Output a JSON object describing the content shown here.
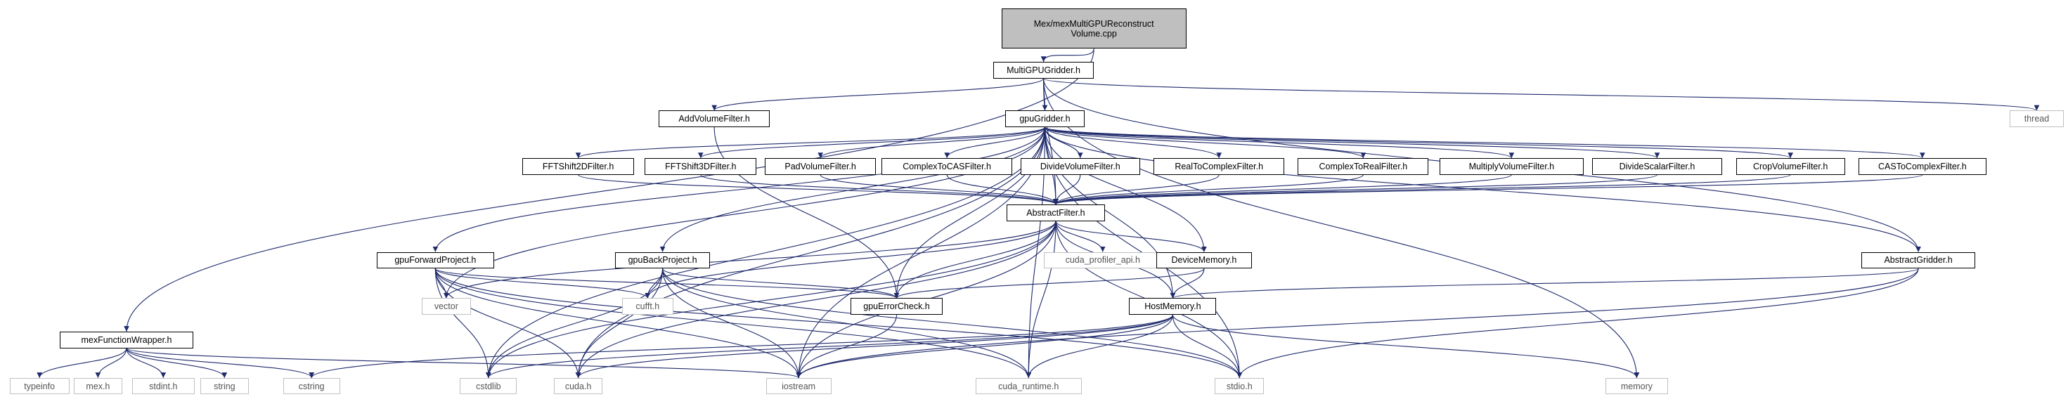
{
  "nodes": [
    {
      "id": "root",
      "label": "Mex/mexMultiGPUReconstruct\nVolume.cpp",
      "kind": "root"
    },
    {
      "id": "multigpu",
      "label": "MultiGPUGridder.h",
      "kind": "proj"
    },
    {
      "id": "addvol",
      "label": "AddVolumeFilter.h",
      "kind": "proj"
    },
    {
      "id": "gpugridder",
      "label": "gpuGridder.h",
      "kind": "proj"
    },
    {
      "id": "thread",
      "label": "thread",
      "kind": "sys"
    },
    {
      "id": "fft2d",
      "label": "FFTShift2DFilter.h",
      "kind": "proj"
    },
    {
      "id": "fft3d",
      "label": "FFTShift3DFilter.h",
      "kind": "proj"
    },
    {
      "id": "padvol",
      "label": "PadVolumeFilter.h",
      "kind": "proj"
    },
    {
      "id": "c2cas",
      "label": "ComplexToCASFilter.h",
      "kind": "proj"
    },
    {
      "id": "divvol",
      "label": "DivideVolumeFilter.h",
      "kind": "proj"
    },
    {
      "id": "r2c",
      "label": "RealToComplexFilter.h",
      "kind": "proj"
    },
    {
      "id": "c2r",
      "label": "ComplexToRealFilter.h",
      "kind": "proj"
    },
    {
      "id": "mulvol",
      "label": "MultiplyVolumeFilter.h",
      "kind": "proj"
    },
    {
      "id": "divscalar",
      "label": "DivideScalarFilter.h",
      "kind": "proj"
    },
    {
      "id": "cropvol",
      "label": "CropVolumeFilter.h",
      "kind": "proj"
    },
    {
      "id": "cas2c",
      "label": "CASToComplexFilter.h",
      "kind": "proj"
    },
    {
      "id": "abstractfilter",
      "label": "AbstractFilter.h",
      "kind": "proj"
    },
    {
      "id": "gpufwd",
      "label": "gpuForwardProject.h",
      "kind": "proj"
    },
    {
      "id": "gpuback",
      "label": "gpuBackProject.h",
      "kind": "proj"
    },
    {
      "id": "cudaprof",
      "label": "cuda_profiler_api.h",
      "kind": "sys"
    },
    {
      "id": "devmem",
      "label": "DeviceMemory.h",
      "kind": "proj"
    },
    {
      "id": "abstractgridder",
      "label": "AbstractGridder.h",
      "kind": "proj"
    },
    {
      "id": "vector",
      "label": "vector",
      "kind": "sys"
    },
    {
      "id": "cufft",
      "label": "cufft.h",
      "kind": "sys"
    },
    {
      "id": "gpuerror",
      "label": "gpuErrorCheck.h",
      "kind": "proj"
    },
    {
      "id": "hostmem",
      "label": "HostMemory.h",
      "kind": "proj"
    },
    {
      "id": "mexfunc",
      "label": "mexFunctionWrapper.h",
      "kind": "proj"
    },
    {
      "id": "typeinfo",
      "label": "typeinfo",
      "kind": "sys"
    },
    {
      "id": "mexh",
      "label": "mex.h",
      "kind": "sys"
    },
    {
      "id": "stdint",
      "label": "stdint.h",
      "kind": "sys"
    },
    {
      "id": "string",
      "label": "string",
      "kind": "sys"
    },
    {
      "id": "cstring",
      "label": "cstring",
      "kind": "sys"
    },
    {
      "id": "cstdlib",
      "label": "cstdlib",
      "kind": "sys"
    },
    {
      "id": "cudah",
      "label": "cuda.h",
      "kind": "sys"
    },
    {
      "id": "iostream",
      "label": "iostream",
      "kind": "sys"
    },
    {
      "id": "cudaruntime",
      "label": "cuda_runtime.h",
      "kind": "sys"
    },
    {
      "id": "stdio",
      "label": "stdio.h",
      "kind": "sys"
    },
    {
      "id": "memory",
      "label": "memory",
      "kind": "sys"
    }
  ],
  "edges": [
    [
      "root",
      "multigpu"
    ],
    [
      "root",
      "mexfunc"
    ],
    [
      "multigpu",
      "addvol"
    ],
    [
      "multigpu",
      "gpugridder"
    ],
    [
      "multigpu",
      "thread"
    ],
    [
      "multigpu",
      "abstractgridder"
    ],
    [
      "multigpu",
      "memory"
    ],
    [
      "multigpu",
      "abstractfilter"
    ],
    [
      "addvol",
      "gpuerror"
    ],
    [
      "gpugridder",
      "fft2d"
    ],
    [
      "gpugridder",
      "fft3d"
    ],
    [
      "gpugridder",
      "padvol"
    ],
    [
      "gpugridder",
      "c2cas"
    ],
    [
      "gpugridder",
      "divvol"
    ],
    [
      "gpugridder",
      "r2c"
    ],
    [
      "gpugridder",
      "c2r"
    ],
    [
      "gpugridder",
      "mulvol"
    ],
    [
      "gpugridder",
      "divscalar"
    ],
    [
      "gpugridder",
      "cropvol"
    ],
    [
      "gpugridder",
      "cas2c"
    ],
    [
      "gpugridder",
      "abstractfilter"
    ],
    [
      "gpugridder",
      "gpufwd"
    ],
    [
      "gpugridder",
      "gpuback"
    ],
    [
      "gpugridder",
      "devmem"
    ],
    [
      "gpugridder",
      "abstractgridder"
    ],
    [
      "gpugridder",
      "hostmem"
    ],
    [
      "gpugridder",
      "vector"
    ],
    [
      "gpugridder",
      "gpuerror"
    ],
    [
      "gpugridder",
      "cstdlib"
    ],
    [
      "gpugridder",
      "cudah"
    ],
    [
      "gpugridder",
      "iostream"
    ],
    [
      "gpugridder",
      "cudaruntime"
    ],
    [
      "gpugridder",
      "stdio"
    ],
    [
      "fft2d",
      "abstractfilter"
    ],
    [
      "fft3d",
      "abstractfilter"
    ],
    [
      "padvol",
      "abstractfilter"
    ],
    [
      "c2cas",
      "abstractfilter"
    ],
    [
      "divvol",
      "abstractfilter"
    ],
    [
      "r2c",
      "abstractfilter"
    ],
    [
      "c2r",
      "abstractfilter"
    ],
    [
      "mulvol",
      "abstractfilter"
    ],
    [
      "divscalar",
      "abstractfilter"
    ],
    [
      "cropvol",
      "abstractfilter"
    ],
    [
      "cas2c",
      "abstractfilter"
    ],
    [
      "abstractfilter",
      "vector"
    ],
    [
      "abstractfilter",
      "cufft"
    ],
    [
      "abstractfilter",
      "cudaprof"
    ],
    [
      "abstractfilter",
      "devmem"
    ],
    [
      "abstractfilter",
      "gpuerror"
    ],
    [
      "abstractfilter",
      "hostmem"
    ],
    [
      "abstractfilter",
      "iostream"
    ],
    [
      "abstractfilter",
      "cudaruntime"
    ],
    [
      "abstractfilter",
      "stdio"
    ],
    [
      "abstractfilter",
      "cstdlib"
    ],
    [
      "abstractfilter",
      "cudah"
    ],
    [
      "gpufwd",
      "vector"
    ],
    [
      "gpufwd",
      "cufft"
    ],
    [
      "gpufwd",
      "gpuerror"
    ],
    [
      "gpufwd",
      "cstdlib"
    ],
    [
      "gpufwd",
      "cudah"
    ],
    [
      "gpufwd",
      "iostream"
    ],
    [
      "gpufwd",
      "cudaruntime"
    ],
    [
      "gpufwd",
      "stdio"
    ],
    [
      "gpuback",
      "cufft"
    ],
    [
      "gpuback",
      "gpuerror"
    ],
    [
      "gpuback",
      "cstdlib"
    ],
    [
      "gpuback",
      "cudah"
    ],
    [
      "gpuback",
      "iostream"
    ],
    [
      "gpuback",
      "cudaruntime"
    ],
    [
      "gpuback",
      "stdio"
    ],
    [
      "devmem",
      "hostmem"
    ],
    [
      "devmem",
      "gpuerror"
    ],
    [
      "abstractgridder",
      "hostmem"
    ],
    [
      "abstractgridder",
      "iostream"
    ],
    [
      "abstractgridder",
      "stdio"
    ],
    [
      "gpuerror",
      "iostream"
    ],
    [
      "hostmem",
      "cstring"
    ],
    [
      "hostmem",
      "cstdlib"
    ],
    [
      "hostmem",
      "cudah"
    ],
    [
      "hostmem",
      "iostream"
    ],
    [
      "hostmem",
      "cudaruntime"
    ],
    [
      "hostmem",
      "stdio"
    ],
    [
      "hostmem",
      "memory"
    ],
    [
      "mexfunc",
      "typeinfo"
    ],
    [
      "mexfunc",
      "mexh"
    ],
    [
      "mexfunc",
      "stdint"
    ],
    [
      "mexfunc",
      "string"
    ],
    [
      "mexfunc",
      "cstring"
    ],
    [
      "mexfunc",
      "iostream"
    ]
  ],
  "colors": {
    "edge": "#1f2a6b",
    "box_border": "#000000",
    "sys_border": "#c0c0c0",
    "root_fill": "#bfbfbf"
  }
}
